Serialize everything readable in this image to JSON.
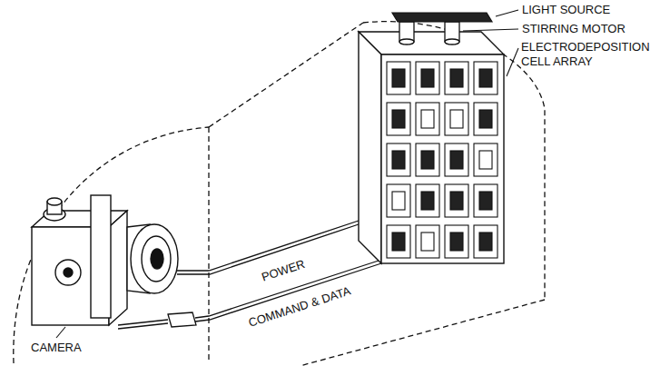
{
  "diagram": {
    "labels": [
      "LIGHT SOURCE",
      "STIRRING MOTOR",
      "ELECTRODEPOSITION CELL ARRAY",
      "POWER",
      "COMMAND & DATA",
      "CAMERA"
    ]
  }
}
